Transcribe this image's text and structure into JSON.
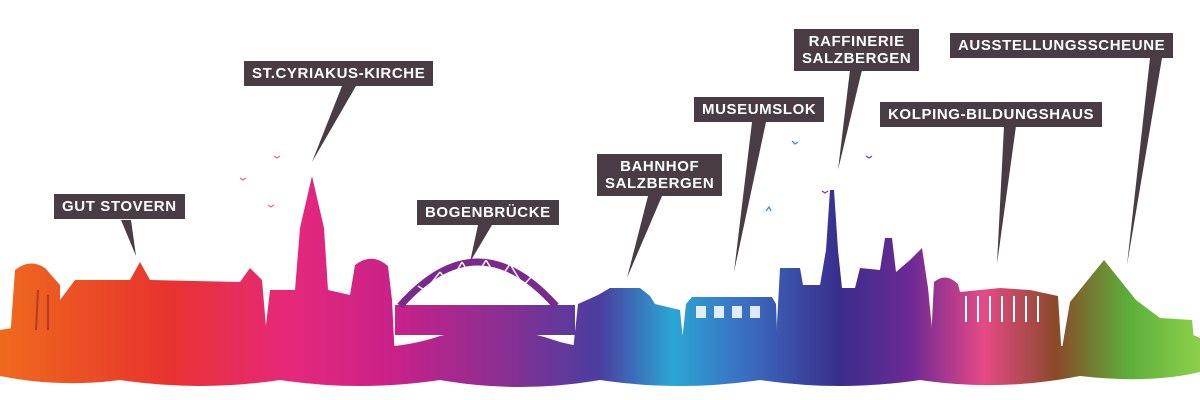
{
  "labels": {
    "gut_stovern": "GUT STOVERN",
    "st_cyriakus": "ST.CYRIAKUS-KIRCHE",
    "bogenbruecke": "BOGENBRÜCKE",
    "bahnhof_line1": "BAHNHOF",
    "bahnhof_line2": "SALZBERGEN",
    "museumslok": "MUSEUMSLOK",
    "raffinerie_line1": "RAFFINERIE",
    "raffinerie_line2": "SALZBERGEN",
    "kolping": "KOLPING-BILDUNGSHAUS",
    "ausstellungsscheune": "AUSSTELLUNGSSCHEUNE"
  },
  "colors": {
    "label_bg": "#4a3c44",
    "label_text": "#ffffff"
  }
}
